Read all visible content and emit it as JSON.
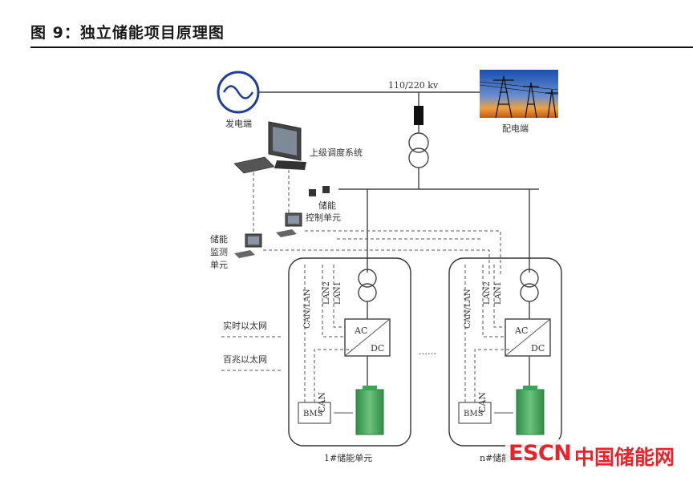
{
  "figure": {
    "title": "图 9：独立储能项目原理图"
  },
  "diagram": {
    "voltage_label": "110/220 kv",
    "generator_label": "发电端",
    "grid_label": "配电端",
    "dispatch_label": "上级调度系统",
    "control_label": [
      "储能",
      "控制单元"
    ],
    "monitor_label": [
      "储能",
      "监测",
      "单元"
    ],
    "realtime_ethernet": "实时以太网",
    "fast_ethernet": "百兆以太网",
    "can_lan": "CAN/LAN",
    "lan2": "LAN2",
    "lan1": "LAN1",
    "ac": "AC",
    "dc": "DC",
    "can": "CAN",
    "bms": "BMS",
    "ellipsis": "……",
    "unit1_label": "1#储能单元",
    "unitn_label": "n#储能单元"
  },
  "watermark": {
    "escn": "ESCN",
    "cn": "中国储能网"
  },
  "colors": {
    "watermark": "#e8232a",
    "battery": "#3aa655",
    "accent_line": "#444444"
  }
}
